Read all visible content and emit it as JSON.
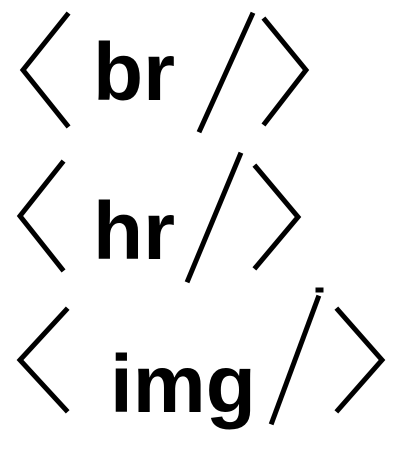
{
  "rows": [
    {
      "tag_name": "br",
      "open_glyph": "<",
      "slash_glyph": "/",
      "close_glyph": ">"
    },
    {
      "tag_name": "hr",
      "open_glyph": "<",
      "slash_glyph": "/",
      "close_glyph": ">"
    },
    {
      "tag_name": "img",
      "open_glyph": "<",
      "slash_glyph": "/",
      "close_glyph": ">"
    }
  ],
  "colors": {
    "background": "#ffffff",
    "ink": "#000000"
  }
}
